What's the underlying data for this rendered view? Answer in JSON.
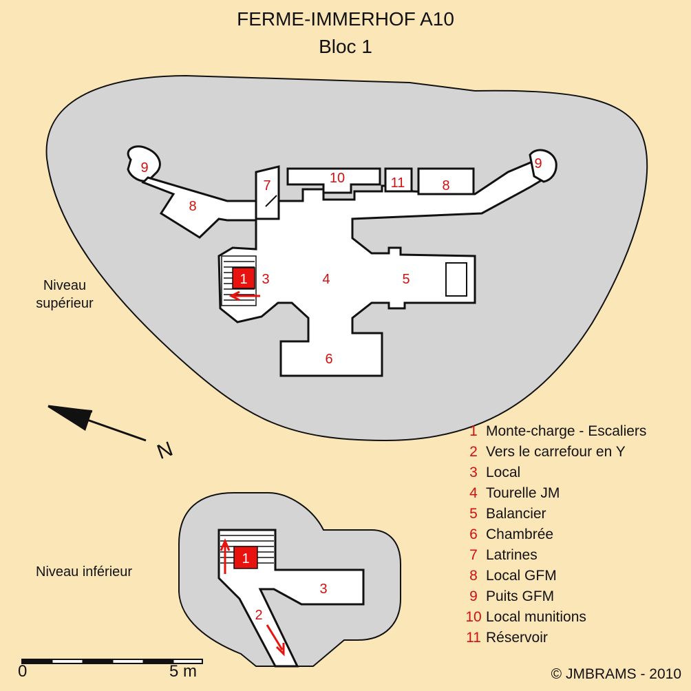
{
  "title": "FERME-IMMERHOF A10",
  "subtitle": "Bloc 1",
  "levels": {
    "upper": "Niveau supérieur",
    "lower": "Niveau inférieur"
  },
  "north_label": "N",
  "scale": {
    "start": "0",
    "end": "5 m"
  },
  "legend": [
    {
      "num": "1",
      "label": "Monte-charge - Escaliers"
    },
    {
      "num": "2",
      "label": "Vers le carrefour en Y"
    },
    {
      "num": "3",
      "label": "Local"
    },
    {
      "num": "4",
      "label": "Tourelle JM"
    },
    {
      "num": "5",
      "label": "Balancier"
    },
    {
      "num": "6",
      "label": "Chambrée"
    },
    {
      "num": "7",
      "label": "Latrines"
    },
    {
      "num": "8",
      "label": "Local GFM"
    },
    {
      "num": "9",
      "label": "Puits GFM"
    },
    {
      "num": "10",
      "label": "Local munitions"
    },
    {
      "num": "11",
      "label": "Réservoir"
    }
  ],
  "plan_labels": {
    "upper": [
      "9",
      "8",
      "7",
      "10",
      "11",
      "8",
      "9",
      "1",
      "3",
      "4",
      "5",
      "6"
    ],
    "lower": [
      "1",
      "3",
      "2"
    ]
  },
  "copyright": "©  JMBRAMS - 2010",
  "colors": {
    "background": "#fbe6b8",
    "concrete": "#d4d4d4",
    "room": "#ffffff",
    "accent": "#d01010"
  }
}
